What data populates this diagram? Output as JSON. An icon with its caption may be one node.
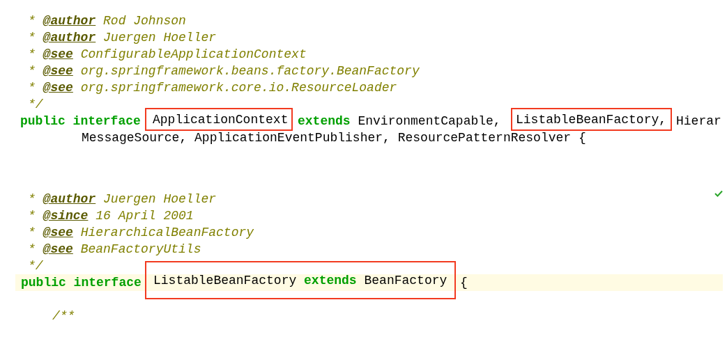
{
  "diagram": {
    "nodes": [
      {
        "text": [
          "ApplicationContext"
        ]
      },
      {
        "text": [
          "ListableBeanFactory,"
        ]
      },
      {
        "text": [
          "ListableBeanFactory **extends** BeanFactory"
        ]
      }
    ],
    "edges": [],
    "labels": [
      "* **@author** Rod Johnson",
      "* **@author** Juergen Hoeller",
      "* **@see** ConfigurableApplicationContext",
      "* **@see** org.springframework.beans.factory.BeanFactory",
      "* **@see** org.springframework.core.io.ResourceLoader",
      "*/",
      "public interface",
      "**extends** EnvironmentCapable,",
      "Hierar",
      "MessageSource, ApplicationEventPublisher, ResourcePatternResolver {",
      "* **@author** Juergen Hoeller",
      "* **@since** 16 April 2001",
      "* **@see** HierarchicalBeanFactory",
      "* **@see** BeanFactoryUtils",
      "*/",
      "public interface",
      "{",
      "/**"
    ]
  }
}
